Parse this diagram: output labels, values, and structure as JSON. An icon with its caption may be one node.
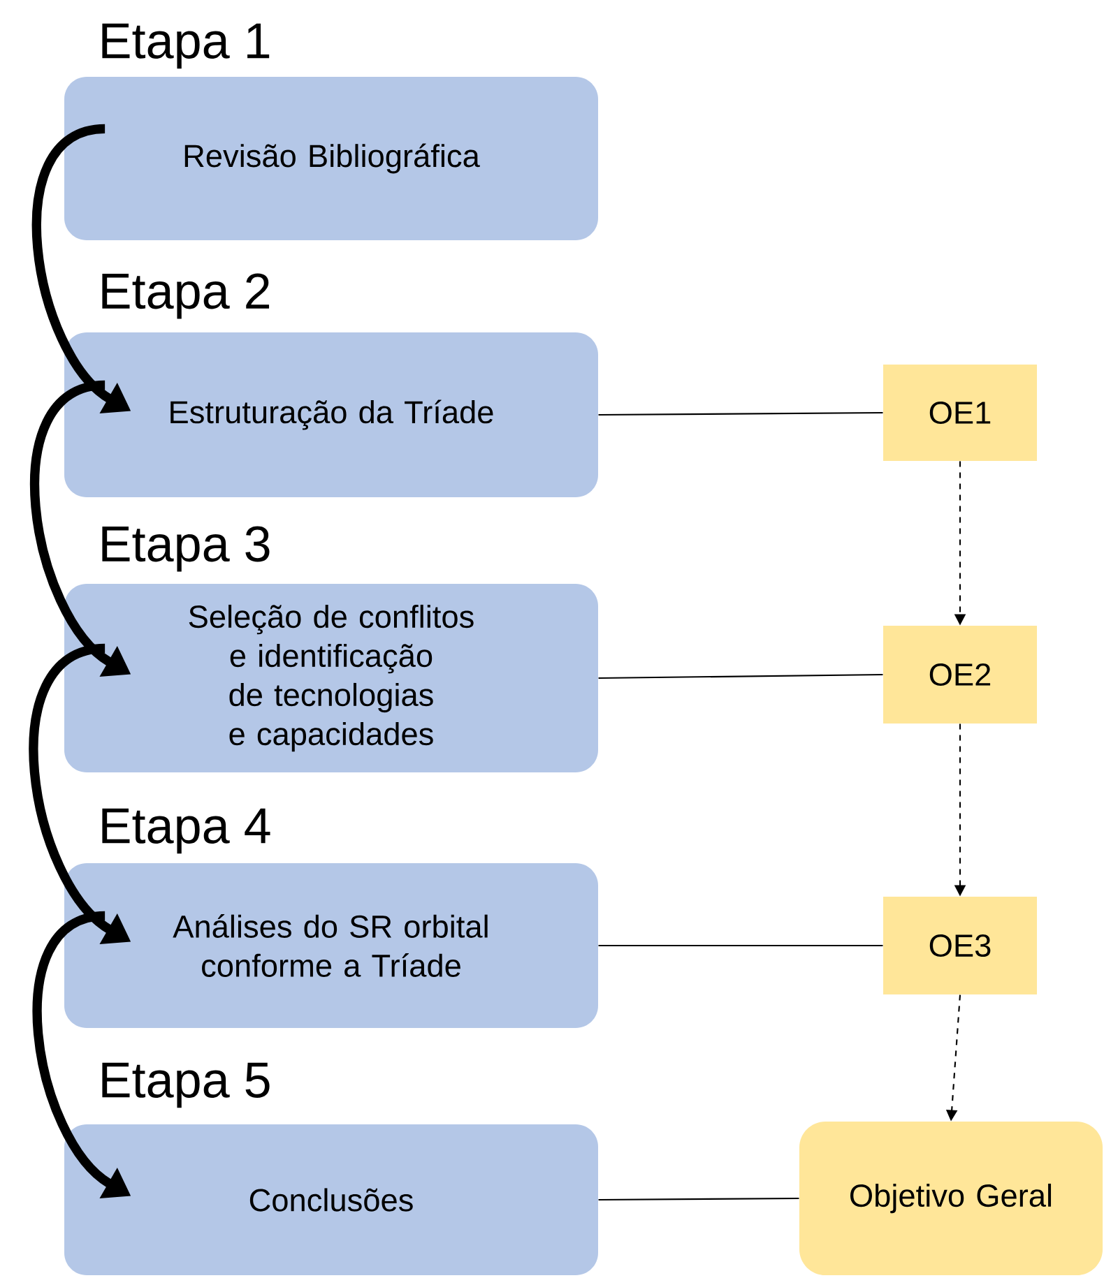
{
  "diagram": {
    "nodes": [
      {
        "text": [
          "Etapa 1",
          "Revisão Bibliográfica"
        ]
      },
      {
        "text": [
          "Etapa 2",
          "Estruturação da Tríade"
        ]
      },
      {
        "text": [
          "OE1"
        ]
      },
      {
        "text": [
          "Etapa 3",
          "Seleção de conflitos e identificação de tecnologias e capacidades"
        ]
      },
      {
        "text": [
          "OE2"
        ]
      },
      {
        "text": [
          "Etapa 4",
          "Análises do SR orbital conforme a Tríade"
        ]
      },
      {
        "text": [
          "OE3"
        ]
      },
      {
        "text": [
          "Etapa 5",
          "Conclusões"
        ]
      },
      {
        "text": [
          "Objetivo Geral"
        ]
      }
    ],
    "edges": [
      {
        "from": 0,
        "to": 1,
        "arrow": "to",
        "style": "thick"
      },
      {
        "from": 1,
        "to": 3,
        "arrow": "to",
        "style": "thick"
      },
      {
        "from": 3,
        "to": 5,
        "arrow": "to",
        "style": "thick"
      },
      {
        "from": 5,
        "to": 7,
        "arrow": "to",
        "style": "thick"
      },
      {
        "from": 1,
        "to": 2,
        "arrow": "none"
      },
      {
        "from": 3,
        "to": 4,
        "arrow": "none"
      },
      {
        "from": 5,
        "to": 6,
        "arrow": "none"
      },
      {
        "from": 7,
        "to": 8,
        "arrow": "none"
      },
      {
        "from": 2,
        "to": 4,
        "arrow": "to",
        "style": "dashed"
      },
      {
        "from": 4,
        "to": 6,
        "arrow": "to",
        "style": "dashed"
      },
      {
        "from": 6,
        "to": 8,
        "arrow": "to",
        "style": "dashed"
      }
    ]
  }
}
